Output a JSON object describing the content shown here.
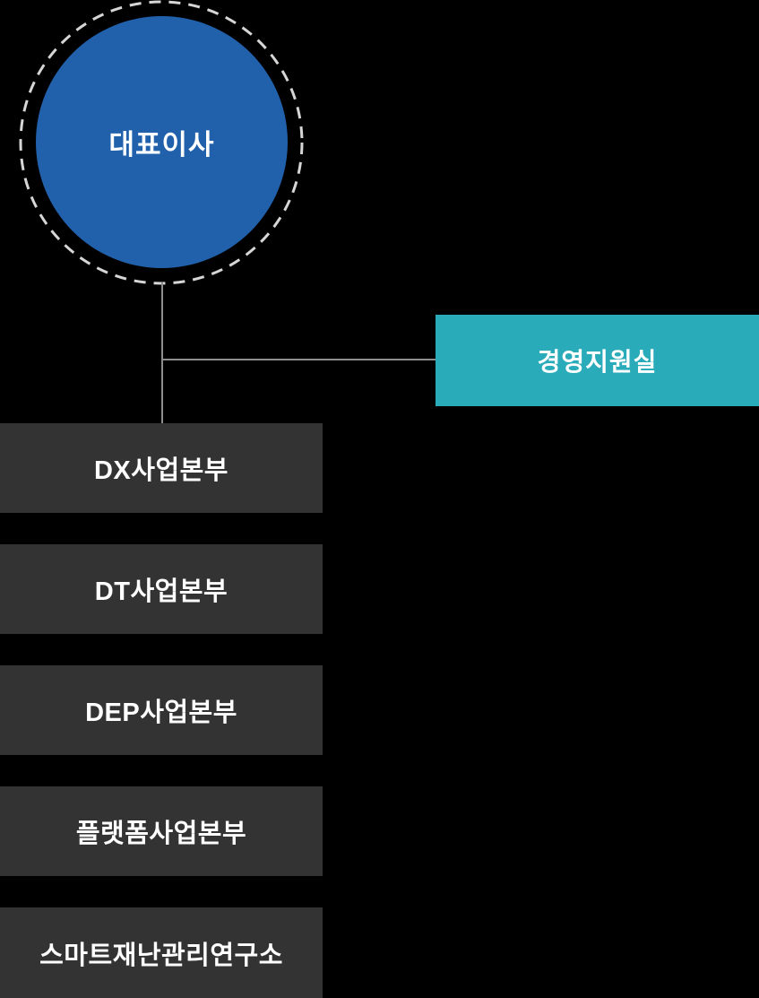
{
  "org_chart": {
    "ceo": {
      "label": "대표이사"
    },
    "staff_unit": {
      "label": "경영지원실"
    },
    "departments": [
      {
        "label": "DX사업본부"
      },
      {
        "label": "DT사업본부"
      },
      {
        "label": "DEP사업본부"
      },
      {
        "label": "플랫폼사업본부"
      },
      {
        "label": "스마트재난관리연구소"
      }
    ],
    "colors": {
      "background": "#000000",
      "ceo_circle": "#2161ac",
      "staff_box": "#2aabb9",
      "department_box": "#333333",
      "connector_line": "#8e8e8e",
      "dashed_ring": "#d6d6d6",
      "text": "#ffffff"
    }
  }
}
